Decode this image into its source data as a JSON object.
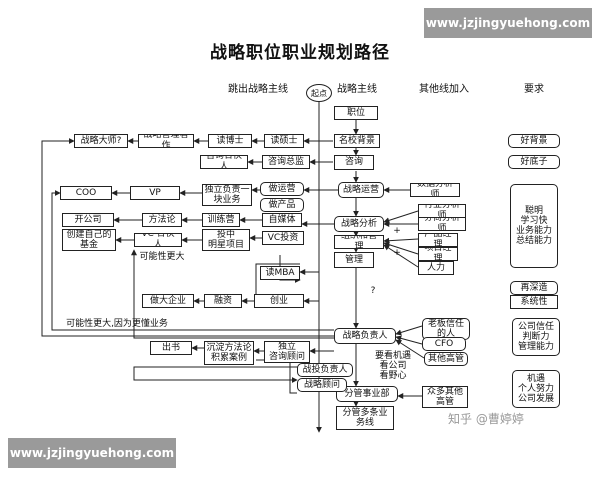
{
  "watermark": {
    "top": "www.jzjingyuehong.com",
    "bottom": "www.jzjingyuehong.com",
    "zhihu": "知乎 @曹婷婷"
  },
  "title": "战略职位职业规划路径",
  "columns": {
    "left": "跳出战略主线",
    "main": "战略主线",
    "other": "其他线加入",
    "req": "要求"
  },
  "start": "起点",
  "main_line": {
    "position": "职位",
    "school": "名校背景",
    "consult": "咨询",
    "ops": "战略运营",
    "analyst": "战略分析",
    "org": "组织和管理",
    "manage": "管理",
    "lead": "战略负责人",
    "biz_head": "分管事业部",
    "multi_biz": "分管多条业\n务线"
  },
  "left_line": {
    "master": "战略大师?",
    "author": "战略管理著作",
    "phd": "读博士",
    "msc": "读硕士",
    "partner": "咨询合伙人",
    "director": "咨询总监",
    "coo": "COO",
    "vp": "VP",
    "independent": "独立负责一\n块业务",
    "do_ops": "做运营",
    "do_product": "做产品",
    "company": "开公司",
    "own_fund": "创建自己的\n基金",
    "methodology": "方法论",
    "camp": "训练营",
    "media": "自媒体",
    "vc_partner": "VC 合伙人",
    "invest_project": "投中\n明星项目",
    "vc_invest": "VC投资",
    "mba": "读MBA",
    "big_company": "做大企业",
    "financing": "融资",
    "startup": "创业",
    "book": "出书",
    "cases": "沉淀方法论\n积累案例",
    "indep_consultant": "独立\n咨询顾问",
    "invest_lead": "战投负责人",
    "advisor": "战略顾问"
  },
  "other_line": {
    "data_analyst": "数据分析师",
    "industry_analyst": "行业分析师",
    "broker_analyst": "券商分析师",
    "pm": "产品经理",
    "proj_mgr": "项目经理",
    "hr": "人力",
    "boss_trust": "老板信任\n的人",
    "cfo": "CFO",
    "other_exec": "其他高管",
    "other_exec2": "众多其他\n高管"
  },
  "requirements": {
    "bg": "好背景",
    "base": "好底子",
    "smart": "聪明\n学习快\n业务能力\n总结能力",
    "deep": "再深造",
    "system": "系统性",
    "trust": "公司信任\n判断力\n管理能力",
    "luck": "机遇\n个人努力\n公司发展"
  },
  "labels": {
    "more_possible": "可能性更大",
    "more_possible_bank": "可能性更大,因为更懂业务",
    "question": "?",
    "look_at": "要看机遇\n看公司\n看野心",
    "plus1": "+",
    "plus2": "+"
  }
}
